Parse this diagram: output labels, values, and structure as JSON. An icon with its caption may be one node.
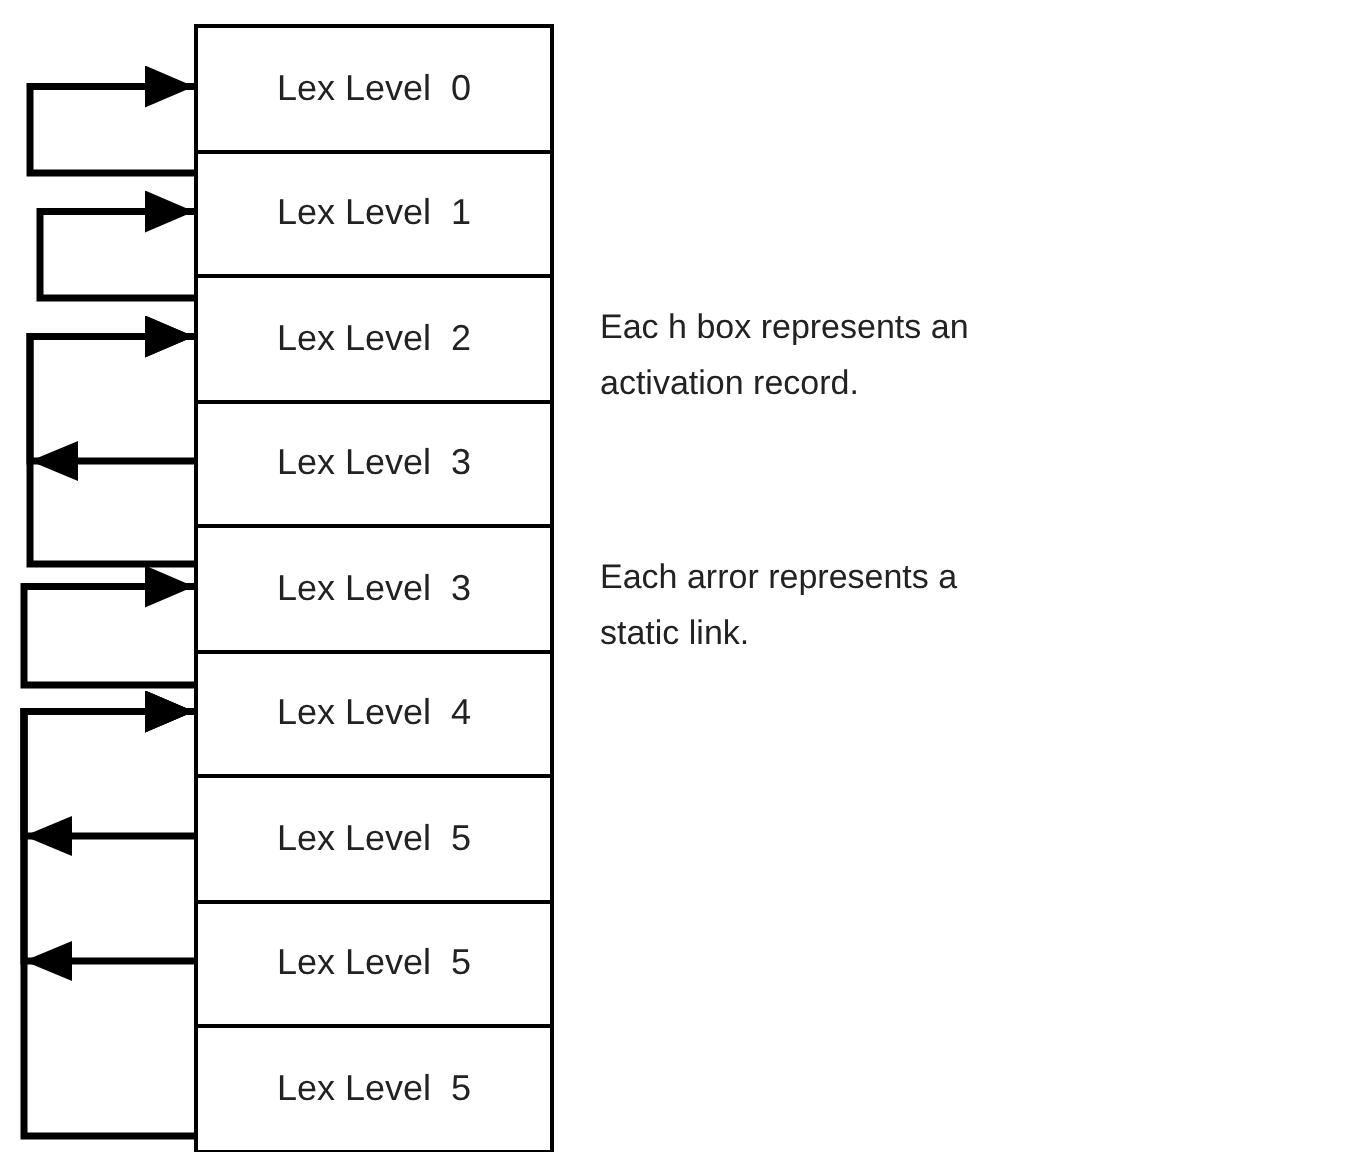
{
  "diagram": {
    "nodes": [
      {
        "text": [
          "Lex Level  0"
        ]
      },
      {
        "text": [
          "Lex Level  1"
        ]
      },
      {
        "text": [
          "Lex Level  2"
        ]
      },
      {
        "text": [
          "Lex Level  3"
        ]
      },
      {
        "text": [
          "Lex Level  3"
        ]
      },
      {
        "text": [
          "Lex Level  4"
        ]
      },
      {
        "text": [
          "Lex Level  5"
        ]
      },
      {
        "text": [
          "Lex Level  5"
        ]
      },
      {
        "text": [
          "Lex Level  5"
        ]
      }
    ],
    "edges": [
      {
        "from": 1,
        "to": 0,
        "arrow": "to"
      },
      {
        "from": 2,
        "to": 1,
        "arrow": "to"
      },
      {
        "from": 3,
        "to": 2,
        "arrow": "to"
      },
      {
        "from": 4,
        "to": 2,
        "arrow": "to"
      },
      {
        "from": 5,
        "to": 4,
        "arrow": "to"
      },
      {
        "from": 6,
        "to": 5,
        "arrow": "to"
      },
      {
        "from": 7,
        "to": 5,
        "arrow": "to"
      },
      {
        "from": 8,
        "to": 5,
        "arrow": "to"
      }
    ],
    "labels": [
      "Eac h box represents an activation record.",
      "Each arror represents a static link."
    ]
  }
}
